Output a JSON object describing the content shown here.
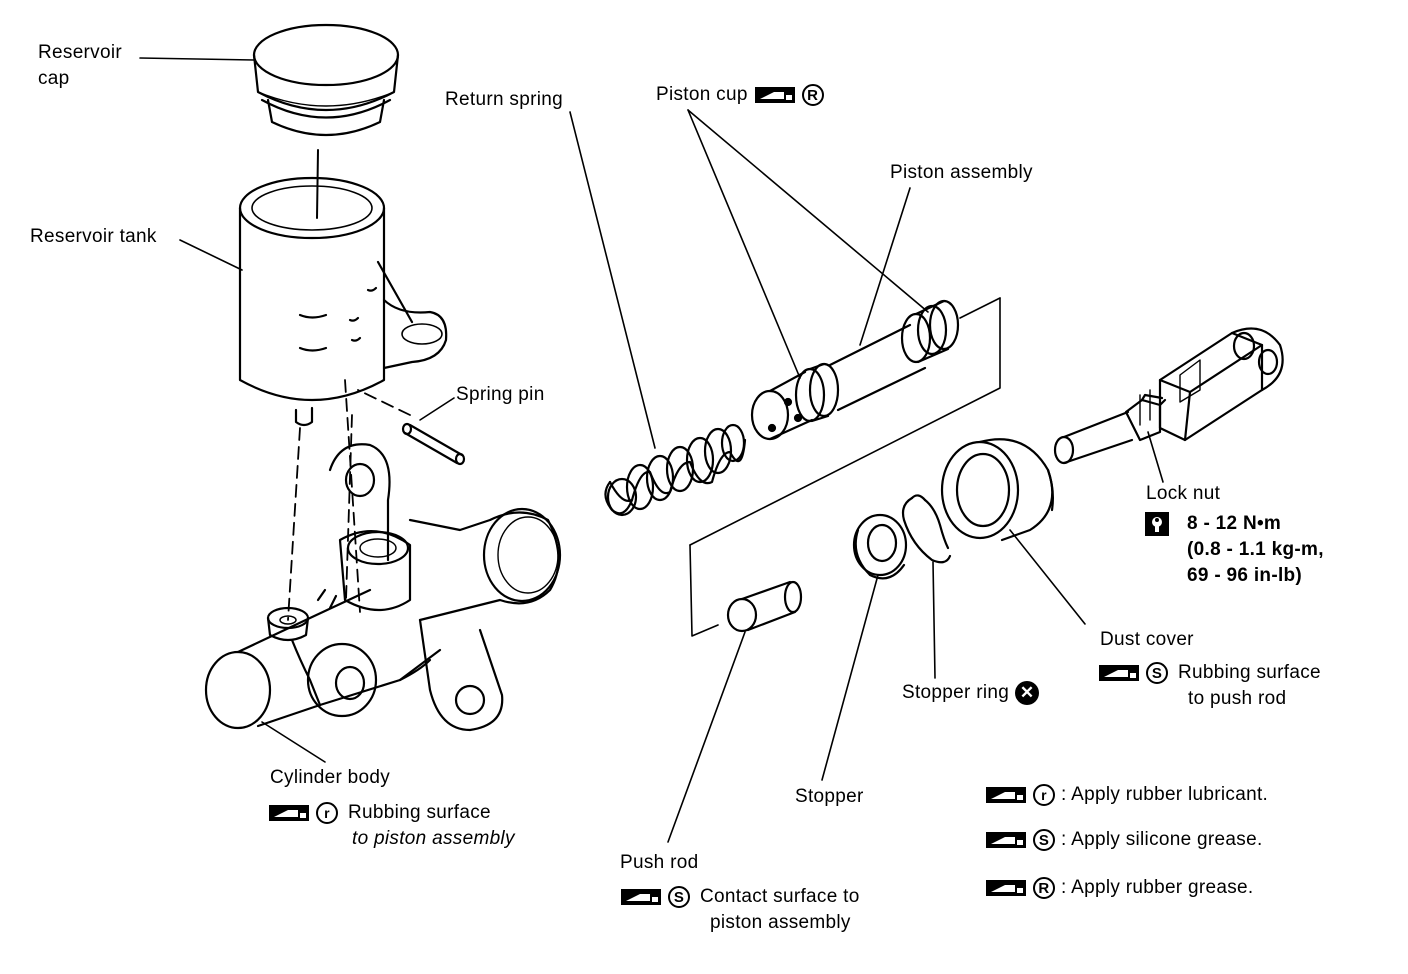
{
  "labels": {
    "reservoir_cap_1": "Reservoir",
    "reservoir_cap_2": "cap",
    "reservoir_tank": "Reservoir tank",
    "return_spring": "Return spring",
    "piston_cup": "Piston cup",
    "piston_assembly": "Piston assembly",
    "spring_pin": "Spring pin",
    "lock_nut": "Lock nut",
    "torque_1": "8 - 12 N•m",
    "torque_2": "(0.8 - 1.1 kg-m,",
    "torque_3": "69 - 96 in-lb)",
    "dust_cover": "Dust cover",
    "dust_cover_note_1": "Rubbing surface",
    "dust_cover_note_2": "to push rod",
    "stopper_ring": "Stopper ring",
    "stopper": "Stopper",
    "cylinder_body": "Cylinder body",
    "cylinder_note_1": "Rubbing surface",
    "cylinder_note_2": "to piston assembly",
    "push_rod": "Push rod",
    "push_rod_note_1": "Contact surface to",
    "push_rod_note_2": "piston assembly"
  },
  "symbols": {
    "r": "r",
    "S": "S",
    "R": "R",
    "x": "✕"
  },
  "legend": [
    {
      "symbol": "r",
      "text": ":  Apply rubber lubricant."
    },
    {
      "symbol": "S",
      "text": ":  Apply silicone grease."
    },
    {
      "symbol": "R",
      "text": ":  Apply rubber grease."
    }
  ],
  "colors": {
    "ink": "#000000",
    "paper": "#ffffff"
  }
}
